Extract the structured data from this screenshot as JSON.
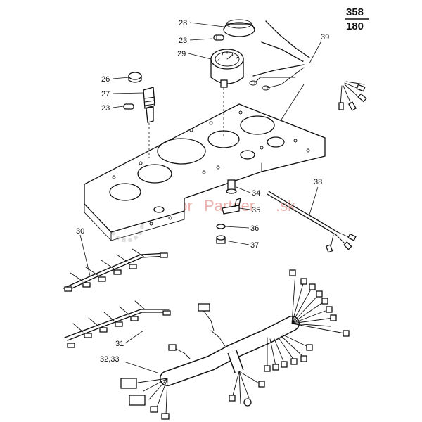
{
  "page": {
    "number_top": "358",
    "number_bottom": "180"
  },
  "watermark": {
    "part1": "Traktor",
    "part2": "Partner",
    "suffix": ".sk"
  },
  "callouts": [
    {
      "id": "c28",
      "label": "28"
    },
    {
      "id": "c23a",
      "label": "23"
    },
    {
      "id": "c29",
      "label": "29"
    },
    {
      "id": "c39",
      "label": "39"
    },
    {
      "id": "c26",
      "label": "26"
    },
    {
      "id": "c27",
      "label": "27"
    },
    {
      "id": "c23b",
      "label": "23"
    },
    {
      "id": "c38",
      "label": "38"
    },
    {
      "id": "c34",
      "label": "34"
    },
    {
      "id": "c35",
      "label": "35"
    },
    {
      "id": "c36",
      "label": "36"
    },
    {
      "id": "c37",
      "label": "37"
    },
    {
      "id": "c30",
      "label": "30"
    },
    {
      "id": "c31",
      "label": "31"
    },
    {
      "id": "c3233",
      "label": "32,33"
    }
  ]
}
